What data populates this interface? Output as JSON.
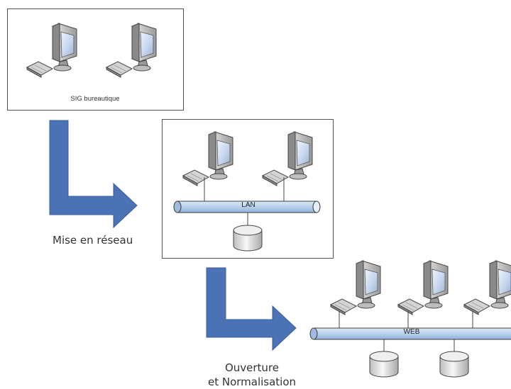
{
  "diagram": {
    "stage1": {
      "label": "SIG bureautique",
      "icons": [
        "workstation-icon",
        "workstation-icon"
      ]
    },
    "transition1": {
      "caption": "Mise en réseau"
    },
    "stage2": {
      "bus_label": "LAN",
      "icons": [
        "workstation-icon",
        "workstation-icon",
        "database-icon"
      ]
    },
    "transition2": {
      "caption_line1": "Ouverture",
      "caption_line2": "et Normalisation"
    },
    "stage3": {
      "bus_label": "WEB",
      "icons": [
        "workstation-icon",
        "workstation-icon",
        "workstation-icon",
        "database-icon",
        "database-icon"
      ]
    },
    "colors": {
      "arrow": "#4A72B5",
      "bus": "#B8D0EC",
      "bus_stroke": "#3C3C3C",
      "screen": "#C9D9F0"
    }
  }
}
